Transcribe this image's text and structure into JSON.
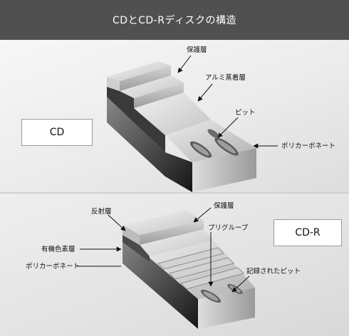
{
  "title": "CDとCD-Rディスクの構造",
  "cd": {
    "name": "CD",
    "labels": {
      "protective": "保護層",
      "aluminum": "アルミ蒸着層",
      "pit": "ピット",
      "polycarbonate": "ポリカーボネート"
    }
  },
  "cdr": {
    "name": "CD-R",
    "labels": {
      "reflective": "反射層",
      "protective": "保護層",
      "pregroove": "プリグルーブ",
      "organic_dye": "有機色素層",
      "polycarbonate": "ポリカーボネート",
      "recorded_pit": "記録されたピット"
    }
  }
}
